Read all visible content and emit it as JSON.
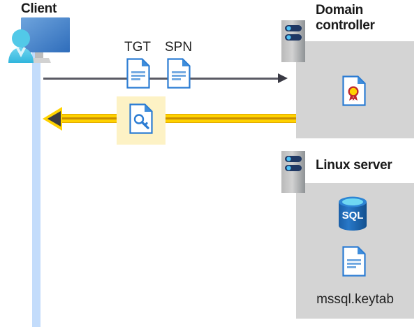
{
  "diagram": {
    "title_client": "Client",
    "title_domain_controller": "Domain controller",
    "title_linux_server": "Linux server",
    "label_tgt": "TGT",
    "label_spn": "SPN",
    "label_keytab_file": "mssql.keytab",
    "colors": {
      "panel_gray": "#d4d4d4",
      "lifeline_blue": "#c3dcfb",
      "response_arrow_yellow": "#ffd200",
      "request_arrow_gray": "#5a5a64",
      "highlight_yellow": "#fdf2c5",
      "doc_blue": "#2b7cd3",
      "sql_blue": "#1d68b3",
      "cert_red": "#d32f2f",
      "cert_gold": "#ffd400"
    },
    "icons": {
      "client": "client-workstation-icon",
      "tgt": "document-icon",
      "spn": "document-icon",
      "key": "key-document-icon",
      "certificate": "certificate-document-icon",
      "database": "sql-database-icon",
      "keytab": "document-icon",
      "server": "server-icon"
    }
  }
}
